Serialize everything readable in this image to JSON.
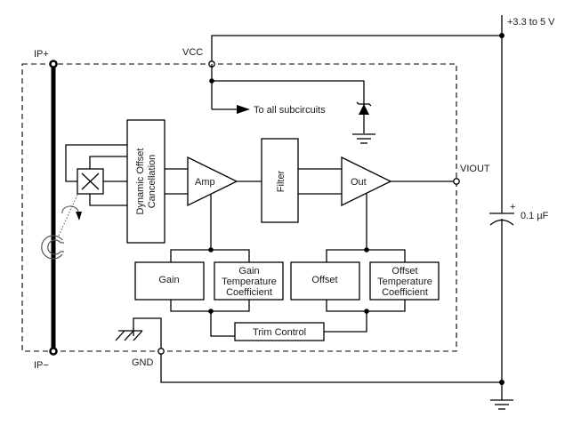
{
  "diagram": {
    "type": "functional-block-diagram",
    "pins": {
      "ip_plus": "IP+",
      "ip_minus": "IP−",
      "vcc": "VCC",
      "gnd": "GND",
      "viout": "VIOUT"
    },
    "supply": {
      "label": "+3.3 to 5 V"
    },
    "capacitor": {
      "label": "0.1 µF",
      "polarity": "+"
    },
    "vcc_distribution": {
      "label": "To all subcircuits"
    },
    "blocks": {
      "dynamic_offset": [
        "Dynamic Offset",
        "Cancellation"
      ],
      "amp": "Amp",
      "filter": "Filter",
      "out": "Out",
      "gain": "Gain",
      "gain_tc": [
        "Gain",
        "Temperature",
        "Coefficient"
      ],
      "offset": "Offset",
      "offset_tc": [
        "Offset",
        "Temperature",
        "Coefficient"
      ],
      "trim_control": "Trim Control"
    },
    "colors": {
      "line": "#000000",
      "text": "#1a1a1a",
      "background": "#ffffff"
    }
  }
}
